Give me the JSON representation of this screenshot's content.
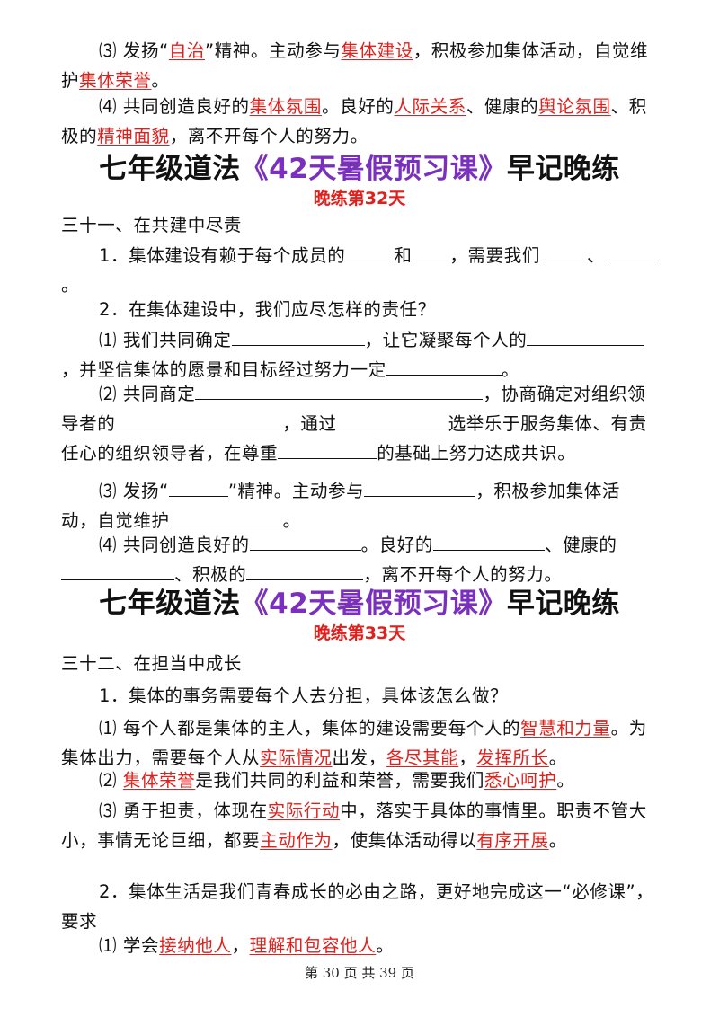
{
  "top": {
    "p3_a": "⑶ 发扬“",
    "p3_hl1": "自治",
    "p3_b": "”精神。主动参与",
    "p3_hl2": "集体建设",
    "p3_c": "，积极参加集体活动，自觉维护",
    "p3_hl3": "集体荣誉",
    "p3_d": "。",
    "p4_a": "⑷ 共同创造良好的",
    "p4_hl1": "集体氛围",
    "p4_b": "。良好的",
    "p4_hl2": "人际关系",
    "p4_c": "、健康的",
    "p4_hl3": "舆论氛围",
    "p4_d": "、积极的",
    "p4_hl4": "精神面貌",
    "p4_e": "，离不开每个人的努力。"
  },
  "heading1": {
    "title_pre": "七年级道法",
    "title_mid": "《42天暑假预习课》",
    "title_post": "早记晚练",
    "subtitle": "晚练第32天"
  },
  "sec31": {
    "title": "三十一、在共建中尽责",
    "q1_a": "1．集体建设有赖于每个成员的",
    "q1_b": "和",
    "q1_c": "，需要我们",
    "q1_d": "、",
    "q1_e": "。",
    "q2": "2．在集体建设中，我们应尽怎样的责任？",
    "i1_a": "⑴ 我们共同确定",
    "i1_b": "，让它凝聚每个人的",
    "i1_c": "，并坚信集体的愿景和目标经过努力一定",
    "i1_d": "。",
    "i2_a": "⑵ 共同商定",
    "i2_b": "，协商确定对组织领导者的",
    "i2_c": "，通过",
    "i2_d": "选举乐于服务集体、有责任心的组织领导者，在尊重",
    "i2_e": "的基础上努力达成共识。",
    "i3_a": "⑶ 发扬“",
    "i3_b": "”精神。主动参与",
    "i3_c": "，积极参加集体活动，自觉维护",
    "i3_d": "。",
    "i4_a": "⑷ 共同创造良好的",
    "i4_b": "。良好的",
    "i4_c": "、健康的",
    "i4_d": "、积极的",
    "i4_e": "，离不开每个人的努力。"
  },
  "heading2": {
    "title_pre": "七年级道法",
    "title_mid": "《42天暑假预习课》",
    "title_post": "早记晚练",
    "subtitle": "晚练第33天"
  },
  "sec32": {
    "title": "三十二、在担当中成长",
    "q1": "1．集体的事务需要每个人去分担，具体该怎么做？",
    "i1_a": "⑴ 每个人都是集体的主人，集体的建设需要每个人的",
    "i1_hl1": "智慧和力量",
    "i1_b": "。为集体出力，需要每个人从",
    "i1_hl2": "实际情况",
    "i1_c": "出发，",
    "i1_hl3": "各尽其能",
    "i1_d": "，",
    "i1_hl4": "发挥所长",
    "i1_e": "。",
    "i2_hl1": "集体荣誉",
    "i2_a": "⑵ ",
    "i2_b": "是我们共同的利益和荣誉，需要我们",
    "i2_hl2": "悉心呵护",
    "i2_c": "。",
    "i3_a": "⑶ 勇于担责，体现在",
    "i3_hl1": "实际行动",
    "i3_b": "中，落实于具体的事情里。职责不管大小，事情无论巨细，都要",
    "i3_hl2": "主动作为",
    "i3_c": "，使集体活动得以",
    "i3_hl3": "有序开展",
    "i3_d": "。",
    "q2": "2．集体生活是我们青春成长的必由之路，更好地完成这一“必修课”，要求",
    "j1_a": "⑴ 学会",
    "j1_hl1": "接纳他人",
    "j1_b": "，",
    "j1_hl2": "理解和包容他人",
    "j1_c": "。"
  },
  "footer": {
    "text": "第 30 页 共 39 页"
  },
  "colors": {
    "answer_red": "#e0201c",
    "title_purple": "#7b2fbe"
  }
}
